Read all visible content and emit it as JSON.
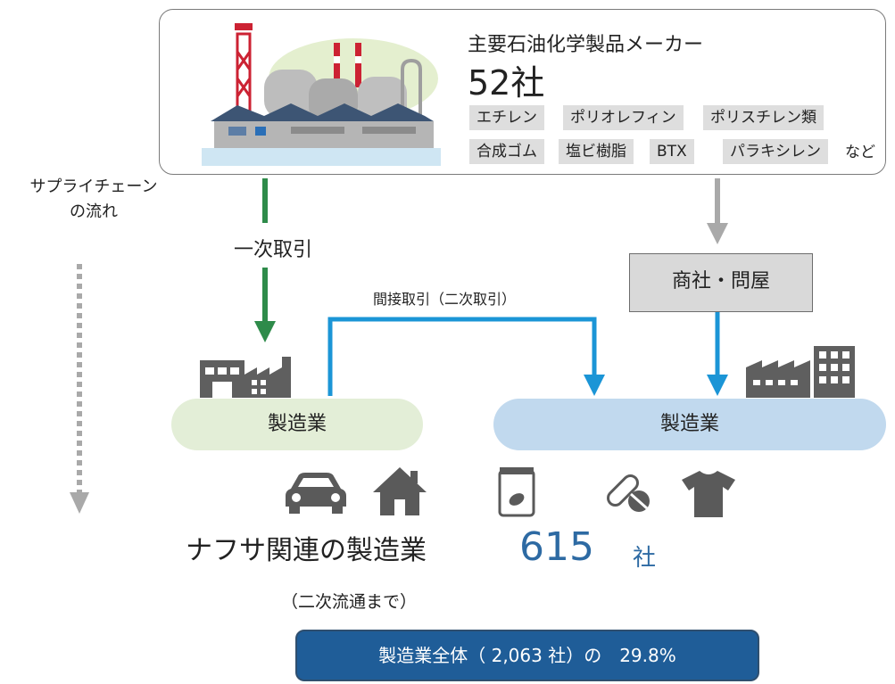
{
  "maker": {
    "title": "主要石油化学製品メーカー",
    "count": "52社",
    "products": [
      "エチレン",
      "ポリオレフィン",
      "ポリスチレン類",
      "合成ゴム",
      "塩ビ樹脂",
      "BTX",
      "パラキシレン"
    ],
    "products_suffix": "など"
  },
  "flow": {
    "supply_label": "サプライチェーン\nの流れ",
    "primary_label": "一次取引",
    "indirect_label": "間接取引（二次取引）",
    "trader_label": "商社・問屋",
    "mfg_left_label": "製造業",
    "mfg_right_label": "製造業"
  },
  "summary": {
    "naphtha_label": "ナフサ関連の製造業",
    "naphtha_count": "615",
    "naphtha_unit": "社",
    "scope_note": "（二次流通まで）",
    "share_text": "製造業全体（ 2,063 社）の　29.8%"
  },
  "colors": {
    "green_arrow": "#2e8b4a",
    "blue_arrow": "#1b95d6",
    "gray_arrow": "#a9a9a9",
    "accent_blue": "#2d6aa3",
    "share_bg": "#1f5d98"
  },
  "icons": [
    "refinery-icon",
    "factory-icon",
    "factory-building-icon",
    "car-icon",
    "house-icon",
    "food-bag-icon",
    "pill-icon",
    "tshirt-icon"
  ]
}
